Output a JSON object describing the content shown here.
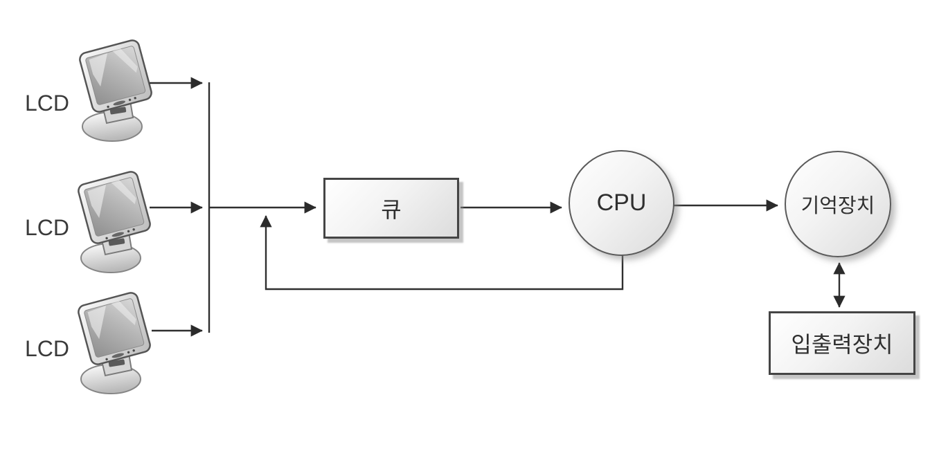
{
  "diagram": {
    "background": "#ffffff",
    "nodes": {
      "lcd1": {
        "label": "LCD",
        "shape": "monitor-icon"
      },
      "lcd2": {
        "label": "LCD",
        "shape": "monitor-icon"
      },
      "lcd3": {
        "label": "LCD",
        "shape": "monitor-icon"
      },
      "queue": {
        "label": "큐",
        "shape": "rect"
      },
      "cpu": {
        "label": "CPU",
        "shape": "circle"
      },
      "memory": {
        "label": "기억장치",
        "shape": "circle"
      },
      "io": {
        "label": "입출력장치",
        "shape": "rect"
      }
    },
    "edges": [
      {
        "from": "lcd1",
        "to": "input-bus",
        "direction": "one-way"
      },
      {
        "from": "lcd2",
        "to": "input-bus",
        "direction": "one-way"
      },
      {
        "from": "lcd3",
        "to": "input-bus",
        "direction": "one-way"
      },
      {
        "from": "input-bus",
        "to": "queue",
        "direction": "one-way"
      },
      {
        "from": "queue",
        "to": "cpu",
        "direction": "one-way"
      },
      {
        "from": "cpu",
        "to": "memory",
        "direction": "one-way"
      },
      {
        "from": "cpu",
        "to": "queue",
        "direction": "one-way",
        "path": "feedback-loop"
      },
      {
        "from": "memory",
        "to": "io",
        "direction": "two-way"
      }
    ],
    "colors": {
      "line": "#2f2f2f",
      "node_border": "#454545",
      "node_fill_light": "#ffffff",
      "node_fill_dark": "#dcdcdc",
      "text": "#2f2f2f"
    }
  }
}
